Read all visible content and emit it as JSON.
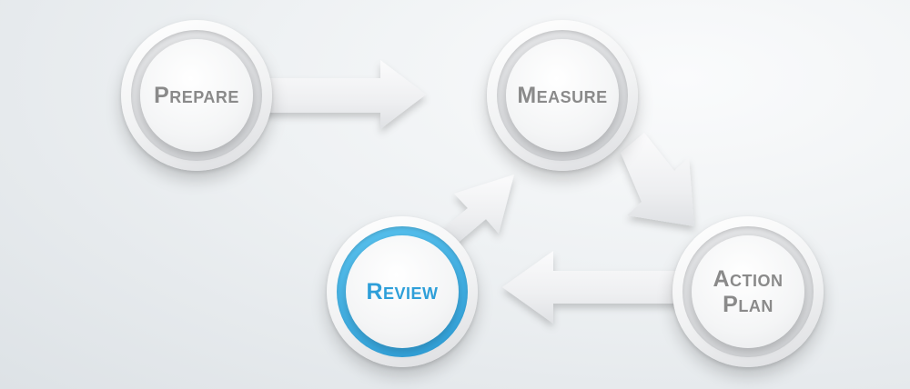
{
  "diagram": {
    "nodes": [
      {
        "id": "prepare",
        "label": "Prepare",
        "accent": false
      },
      {
        "id": "measure",
        "label": "Measure",
        "accent": false
      },
      {
        "id": "action-plan",
        "label": "Action\nPlan",
        "accent": false
      },
      {
        "id": "review",
        "label": "Review",
        "accent": true
      }
    ],
    "edges": [
      {
        "from": "prepare",
        "to": "measure"
      },
      {
        "from": "measure",
        "to": "action-plan"
      },
      {
        "from": "action-plan",
        "to": "review"
      },
      {
        "from": "review",
        "to": "measure"
      }
    ],
    "colors": {
      "accent": "#2e9fd9",
      "label": "#8a8a8a",
      "arrow": "#f4f5f6"
    }
  }
}
